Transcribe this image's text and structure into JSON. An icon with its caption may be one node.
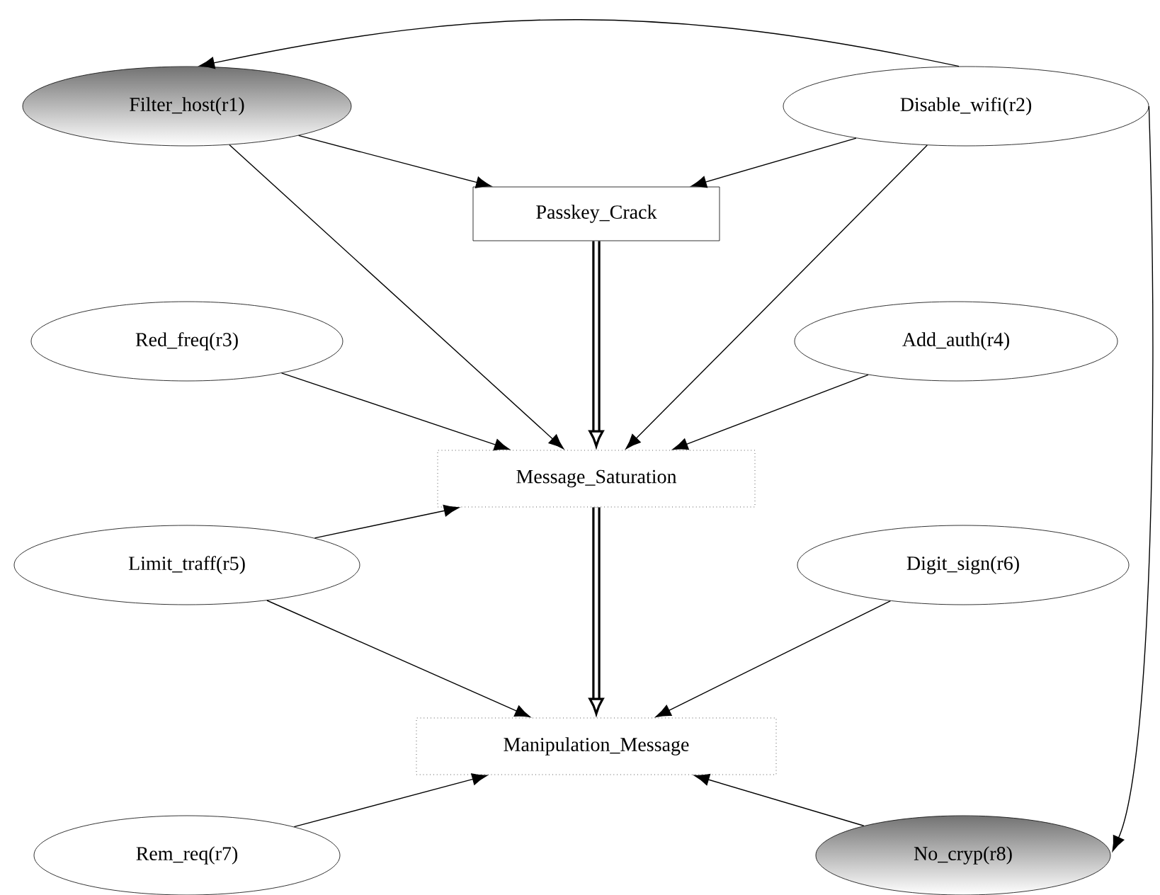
{
  "diagram": {
    "nodes": [
      {
        "text": [
          "Filter_host(r1)"
        ]
      },
      {
        "text": [
          "Disable_wifi(r2)"
        ]
      },
      {
        "text": [
          "Passkey_Crack"
        ]
      },
      {
        "text": [
          "Red_freq(r3)"
        ]
      },
      {
        "text": [
          "Add_auth(r4)"
        ]
      },
      {
        "text": [
          "Message_Saturation"
        ]
      },
      {
        "text": [
          "Limit_traff(r5)"
        ]
      },
      {
        "text": [
          "Digit_sign(r6)"
        ]
      },
      {
        "text": [
          "Manipulation_Message"
        ]
      },
      {
        "text": [
          "Rem_req(r7)"
        ]
      },
      {
        "text": [
          "No_cryp(r8)"
        ]
      }
    ],
    "edges": [
      {
        "from": 1,
        "to": 0,
        "arrow": "to"
      },
      {
        "from": 0,
        "to": 2,
        "arrow": "to"
      },
      {
        "from": 1,
        "to": 2,
        "arrow": "to"
      },
      {
        "from": 0,
        "to": 5,
        "arrow": "to"
      },
      {
        "from": 1,
        "to": 5,
        "arrow": "to"
      },
      {
        "from": 2,
        "to": 5,
        "arrow": "to",
        "style": "thick"
      },
      {
        "from": 3,
        "to": 5,
        "arrow": "to"
      },
      {
        "from": 4,
        "to": 5,
        "arrow": "to"
      },
      {
        "from": 6,
        "to": 5,
        "arrow": "to"
      },
      {
        "from": 5,
        "to": 8,
        "arrow": "to",
        "style": "thick"
      },
      {
        "from": 6,
        "to": 8,
        "arrow": "to"
      },
      {
        "from": 7,
        "to": 8,
        "arrow": "to"
      },
      {
        "from": 9,
        "to": 8,
        "arrow": "to"
      },
      {
        "from": 10,
        "to": 8,
        "arrow": "to"
      },
      {
        "from": 1,
        "to": 10,
        "arrow": "to"
      }
    ]
  }
}
